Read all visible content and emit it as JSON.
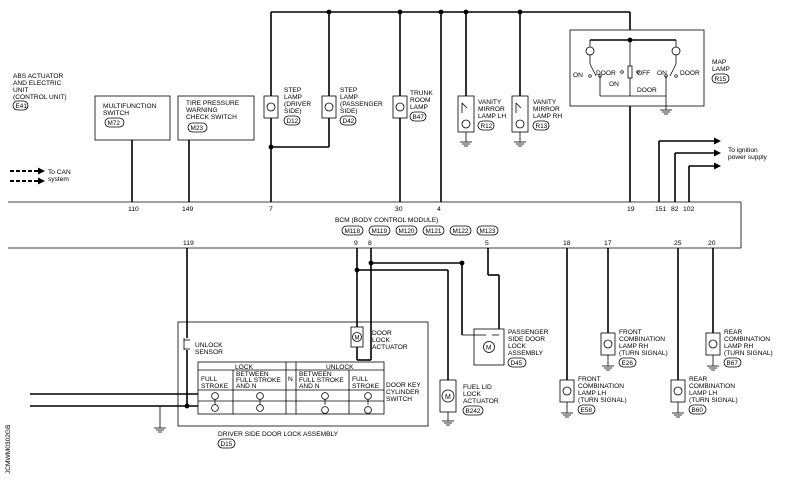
{
  "bcm": {
    "title": "BCM (BODY CONTROL MODULE)",
    "connectors": [
      "M118",
      "M119",
      "M120",
      "M121",
      "M122",
      "M123"
    ]
  },
  "abs": {
    "lines": [
      "ABS ACTUATOR",
      "AND ELECTRIC",
      "UNIT",
      "(CONTROL UNIT)"
    ],
    "conn": "E41"
  },
  "can": {
    "lines": [
      "To CAN",
      "system"
    ]
  },
  "multifunction": {
    "lines": [
      "MULTIFUNCTION",
      "SWITCH"
    ],
    "conn": "M72"
  },
  "tire": {
    "lines": [
      "TIRE PRESSURE",
      "WARNING",
      "CHECK SWITCH"
    ],
    "conn": "M23"
  },
  "step_driver": {
    "lines": [
      "STEP",
      "LAMP",
      "(DRIVER",
      "SIDE)"
    ],
    "conn": "D12"
  },
  "step_passenger": {
    "lines": [
      "STEP",
      "LAMP",
      "(PASSENGER",
      "SIDE)"
    ],
    "conn": "D42"
  },
  "trunk": {
    "lines": [
      "TRUNK",
      "ROOM",
      "LAMP"
    ],
    "conn": "B47"
  },
  "vanity_lh": {
    "lines": [
      "VANITY",
      "MIRROR",
      "LAMP LH"
    ],
    "conn": "R12"
  },
  "vanity_rh": {
    "lines": [
      "VANITY",
      "MIRROR",
      "LAMP RH"
    ],
    "conn": "R13"
  },
  "map": {
    "lines": [
      "MAP",
      "LAMP"
    ],
    "conn": "R15",
    "sw": {
      "on1": "ON",
      "door1": "DOOR",
      "off": "OFF",
      "on_mid": "ON",
      "door_mid": "DOOR",
      "on2": "ON",
      "door2": "DOOR"
    }
  },
  "ignition": {
    "lines": [
      "To ignition",
      "power supply"
    ]
  },
  "top_pins": [
    "110",
    "149",
    "7",
    "30",
    "4",
    "19",
    "151",
    "82",
    "102"
  ],
  "bottom_pins": [
    "119",
    "9",
    "8",
    "5",
    "18",
    "17",
    "25",
    "20"
  ],
  "door_lock": {
    "actuator_lines": [
      "DOOR",
      "LOCK",
      "ACTUATOR"
    ],
    "unlock_lines": [
      "UNLOCK",
      "SENSOR"
    ],
    "key_lines": [
      "DOOR KEY",
      "CYLINDER",
      "SWITCH"
    ],
    "assembly_lines": [
      "DRIVER SIDE DOOR LOCK ASSEMBLY"
    ],
    "conn": "D15",
    "table": {
      "lock": "LOCK",
      "unlock": "UNLOCK",
      "full1": [
        "FULL",
        "STROKE"
      ],
      "between1": [
        "BETWEEN",
        "FULL STROKE",
        "AND N"
      ],
      "n": "N",
      "between2": [
        "BETWEEN",
        "FULL STROKE",
        "AND N"
      ],
      "full2": [
        "FULL",
        "STROKE"
      ]
    }
  },
  "fuel": {
    "lines": [
      "FUEL LID",
      "LOCK",
      "ACTUATOR"
    ],
    "conn": "B242"
  },
  "pass_door": {
    "lines": [
      "PASSENGER",
      "SIDE DOOR",
      "LOCK",
      "ASSEMBLY"
    ],
    "conn": "D45"
  },
  "front_lh": {
    "lines": [
      "FRONT",
      "COMBINATION",
      "LAMP LH",
      "(TURN SIGNAL)"
    ],
    "conn": "E58"
  },
  "front_rh": {
    "lines": [
      "FRONT",
      "COMBINATION",
      "LAMP RH",
      "(TURN SIGNAL)"
    ],
    "conn": "E26"
  },
  "rear_lh": {
    "lines": [
      "REAR",
      "COMBINATION",
      "LAMP LH",
      "(TURN SIGNAL)"
    ],
    "conn": "B60"
  },
  "rear_rh": {
    "lines": [
      "REAR",
      "COMBINATION",
      "LAMP RH",
      "(TURN SIGNAL)"
    ],
    "conn": "B67"
  },
  "code": "JCMWM0302GB",
  "icons": [
    "bulb-icon",
    "motor-icon",
    "ground-icon",
    "switch-icon",
    "arrow-icon"
  ]
}
